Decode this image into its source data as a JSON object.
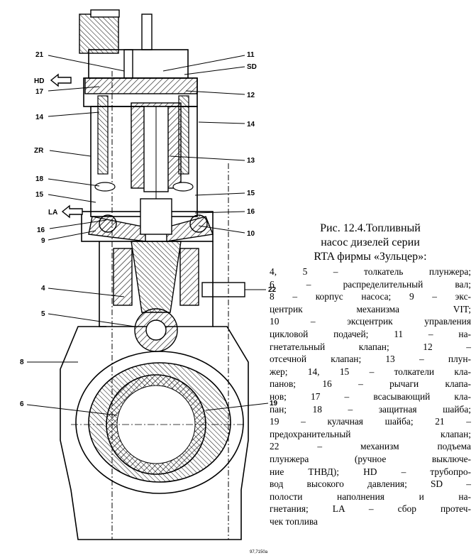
{
  "labels": {
    "l21": "21",
    "l11": "11",
    "lSD": "SD",
    "lHD": "HD",
    "l17": "17",
    "l12": "12",
    "l14a": "14",
    "l14b": "14",
    "lZR": "ZR",
    "l13": "13",
    "l18": "18",
    "l15a": "15",
    "l15b": "15",
    "lLA": "LA",
    "l16a": "16",
    "l16b": "16",
    "l9": "9",
    "l10": "10",
    "l4": "4",
    "l22": "22",
    "l5": "5",
    "l8": "8",
    "l6": "6",
    "l19": "19",
    "code": "97,7150a"
  },
  "caption": {
    "title_lines": [
      "Рис. 12.4.Топливный",
      "насос дизелей серии",
      "RTA фирмы «Зульцер»:"
    ],
    "body_lines": [
      "4, 5 – толкатель плунжера;",
      "6 – распределительный вал;",
      "8 – корпус насоса; 9 – экс-",
      "центрик механизма VIT;",
      "10 – эксцентрик управления",
      "цикловой подачей; 11 – на-",
      "гнетательный клапан; 12 –",
      "отсечной клапан; 13 – плун-",
      "жер; 14, 15 – толкатели кла-",
      "панов; 16 – рычаги клапа-",
      "нов; 17 – всасывающий кла-",
      "пан; 18 – защитная шайба;",
      "19 – кулачная шайба; 21 –",
      "предохранительный клапан;",
      "22 – механизм подъема",
      "плунжера (ручное выключе-",
      "ние ТНВД); HD – трубопро-",
      "вод высокого давления; SD –",
      "полости наполнения и на-",
      "гнетания; LA – сбор протеч-",
      "чек топлива"
    ]
  }
}
